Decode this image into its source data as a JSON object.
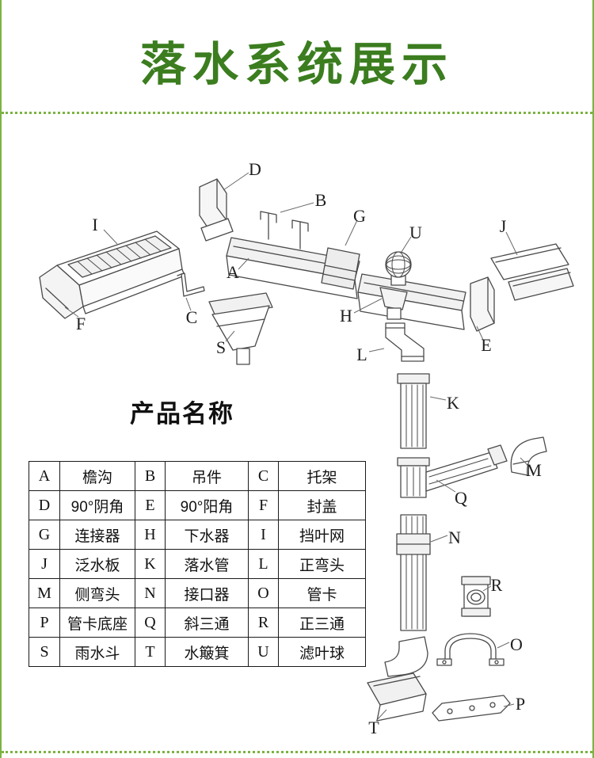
{
  "page": {
    "title": "落水系统展示",
    "section_title": "产品名称"
  },
  "colors": {
    "title_green": "#3b7d1f",
    "border_green": "#7cb342",
    "diagram_line": "#4a4a4a",
    "table_border": "#1a1a1a"
  },
  "diagram": {
    "labels": [
      "D",
      "B",
      "I",
      "G",
      "U",
      "J",
      "A",
      "C",
      "F",
      "H",
      "S",
      "E",
      "L",
      "K",
      "M",
      "Q",
      "N",
      "R",
      "O",
      "P",
      "T"
    ]
  },
  "parts_table": {
    "rows": [
      [
        {
          "code": "A",
          "name": "檐沟"
        },
        {
          "code": "B",
          "name": "吊件"
        },
        {
          "code": "C",
          "name": "托架"
        }
      ],
      [
        {
          "code": "D",
          "name": "90°阴角"
        },
        {
          "code": "E",
          "name": "90°阳角"
        },
        {
          "code": "F",
          "name": "封盖"
        }
      ],
      [
        {
          "code": "G",
          "name": "连接器"
        },
        {
          "code": "H",
          "name": "下水器"
        },
        {
          "code": "I",
          "name": "挡叶网"
        }
      ],
      [
        {
          "code": "J",
          "name": "泛水板"
        },
        {
          "code": "K",
          "name": "落水管"
        },
        {
          "code": "L",
          "name": "正弯头"
        }
      ],
      [
        {
          "code": "M",
          "name": "侧弯头"
        },
        {
          "code": "N",
          "name": "接口器"
        },
        {
          "code": "O",
          "name": "管卡"
        }
      ],
      [
        {
          "code": "P",
          "name": "管卡底座"
        },
        {
          "code": "Q",
          "name": "斜三通"
        },
        {
          "code": "R",
          "name": "正三通"
        }
      ],
      [
        {
          "code": "S",
          "name": "雨水斗"
        },
        {
          "code": "T",
          "name": "水簸箕"
        },
        {
          "code": "U",
          "name": "滤叶球"
        }
      ]
    ]
  }
}
